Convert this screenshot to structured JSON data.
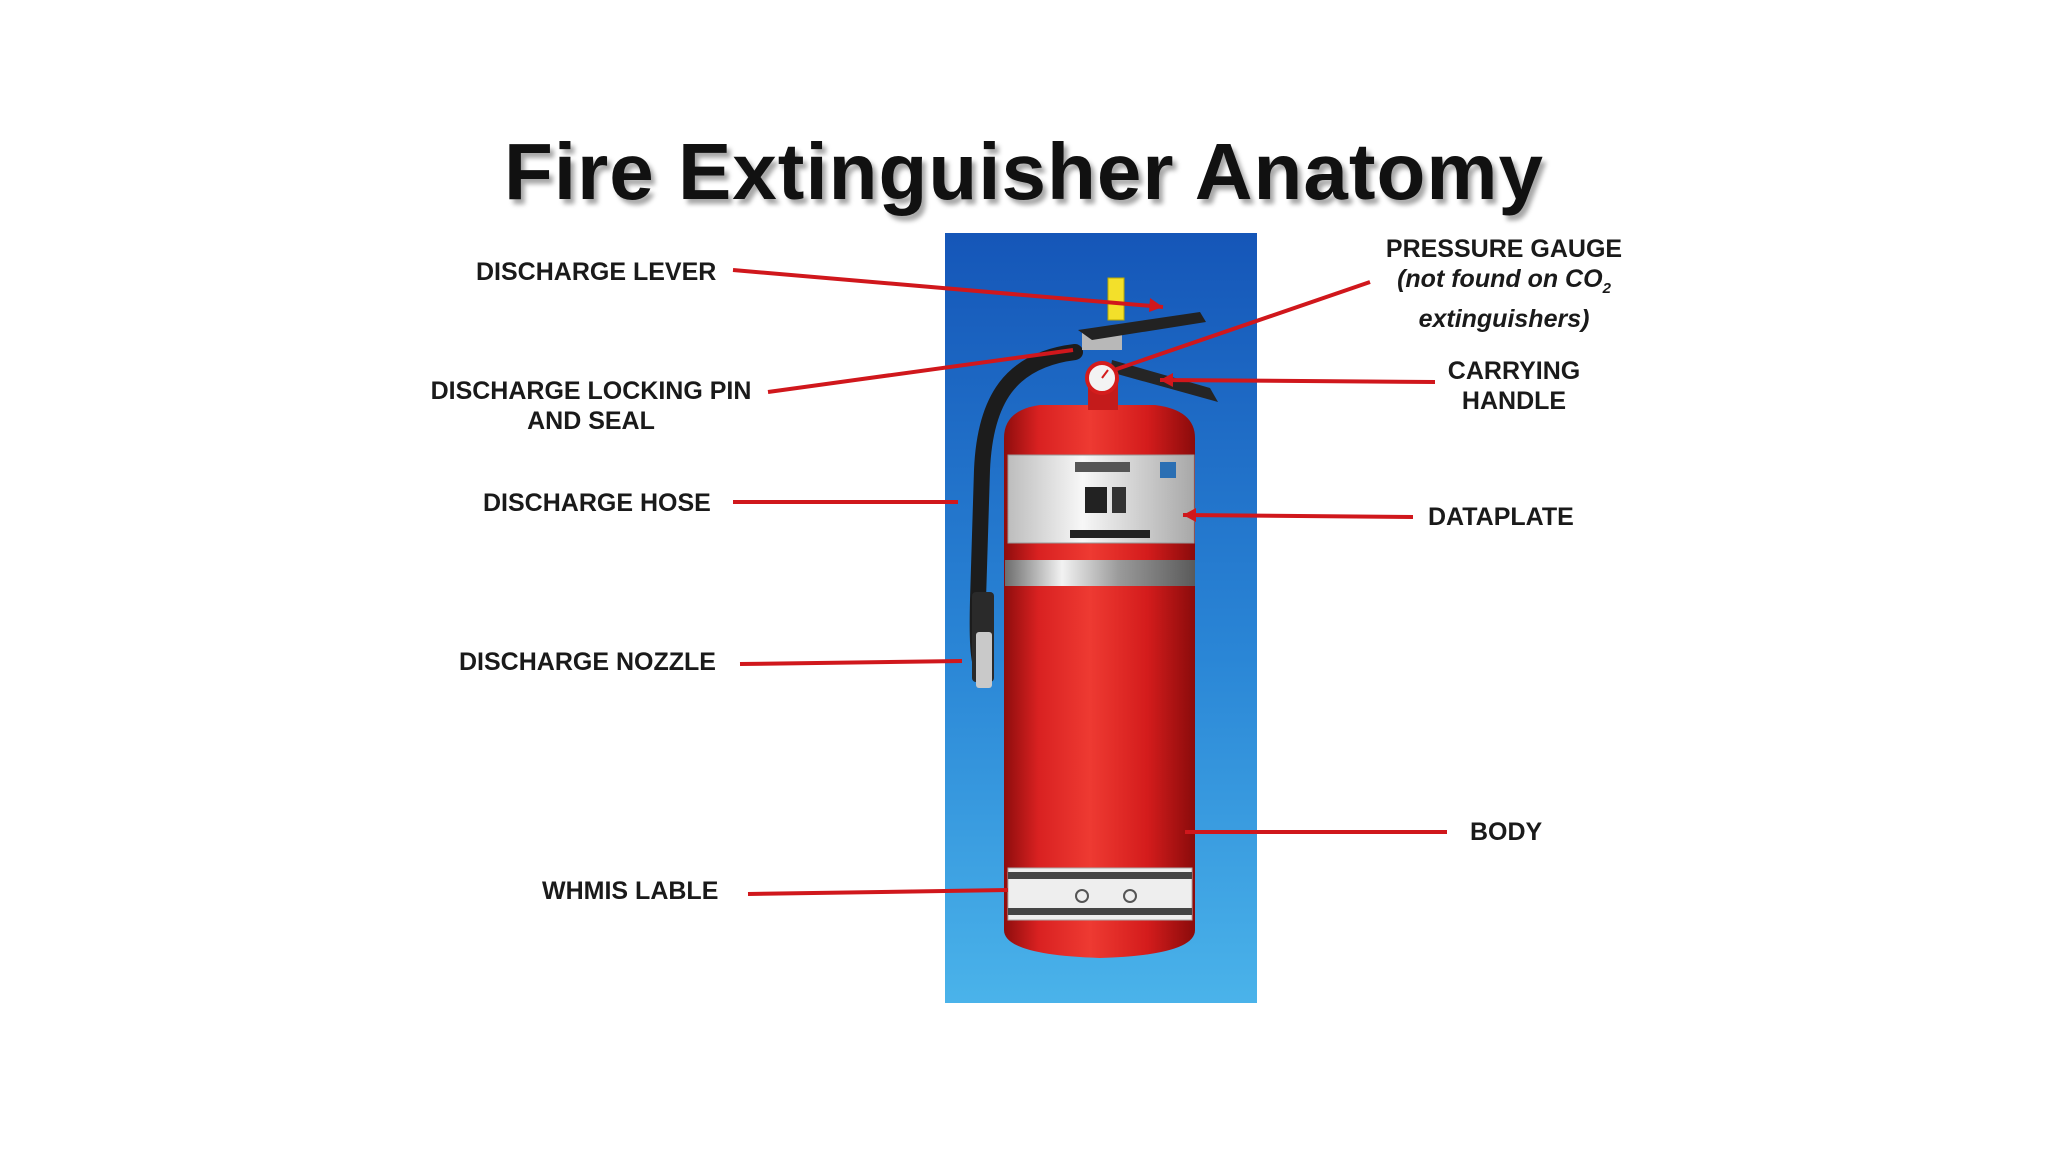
{
  "title": "Fire Extinguisher Anatomy",
  "labels": {
    "discharge_lever": "DISCHARGE LEVER",
    "locking_pin_1": "DISCHARGE LOCKING PIN",
    "locking_pin_2": "AND SEAL",
    "discharge_hose": "DISCHARGE HOSE",
    "discharge_nozzle": "DISCHARGE NOZZLE",
    "whmis_label": "WHMIS LABLE",
    "pressure_gauge": "PRESSURE GAUGE",
    "pressure_note_a": "(not found on CO",
    "pressure_note_sub": "2",
    "pressure_note_b": "extinguishers)",
    "carrying_1": "CARRYING",
    "carrying_2": "HANDLE",
    "dataplate": "DATAPLATE",
    "body": "BODY"
  },
  "colors": {
    "leader": "#d0171c",
    "panel_top": "#1556b8",
    "panel_bottom": "#4ab3ea",
    "cylinder": "#d41c1c"
  }
}
